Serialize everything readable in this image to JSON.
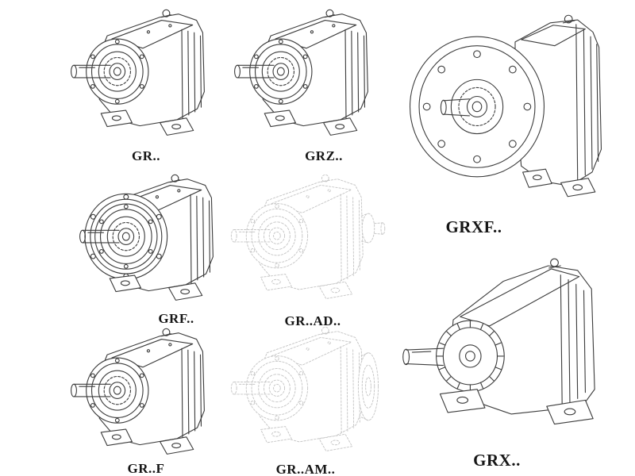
{
  "items": [
    {
      "id": "gr",
      "label": "GR.."
    },
    {
      "id": "grz",
      "label": "GRZ.."
    },
    {
      "id": "grxf",
      "label": "GRXF.."
    },
    {
      "id": "grf",
      "label": "GRF.."
    },
    {
      "id": "grad",
      "label": "GR..AD.."
    },
    {
      "id": "grff",
      "label": "GR..F"
    },
    {
      "id": "gram",
      "label": "GR..AM.."
    },
    {
      "id": "grx",
      "label": "GRX.."
    }
  ],
  "colors": {
    "ink": "#3d3d3d",
    "ghost": "#c7c7c7",
    "background": "#ffffff",
    "label": "#161616"
  }
}
